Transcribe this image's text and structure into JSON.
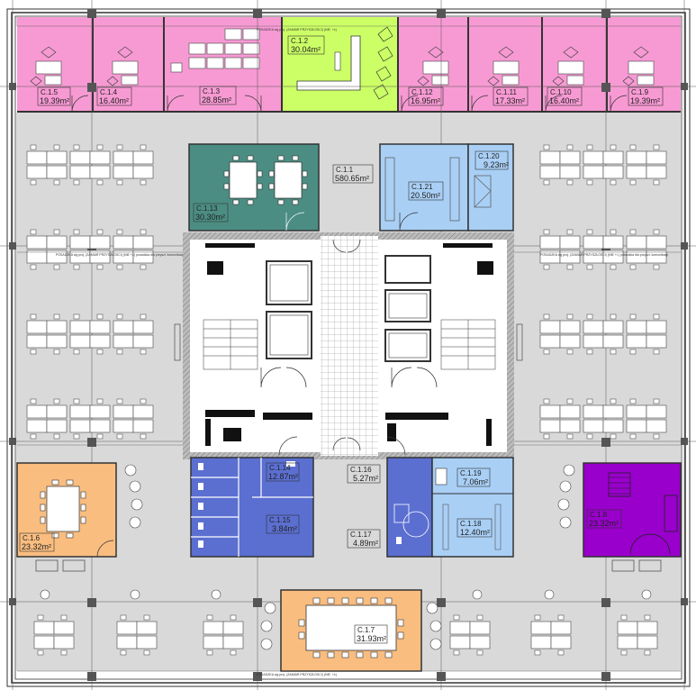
{
  "colors": {
    "office_pink": "#f79ad3",
    "reception_green": "#ccff66",
    "meeting_teal": "#4b8d83",
    "sanitary_blue": "#5b6fd1",
    "utility_lightblue": "#a9cff5",
    "conference_orange": "#f9bd80",
    "special_purple": "#9900cc",
    "corridor_grey": "#d9d9d9",
    "wall_dark": "#555555"
  },
  "rooms": [
    {
      "id": "C.1.5",
      "area": "19.39m²",
      "color": "office_pink"
    },
    {
      "id": "C.1.4",
      "area": "16.40m²",
      "color": "office_pink"
    },
    {
      "id": "C.1.3",
      "area": "28.85m²",
      "color": "office_pink"
    },
    {
      "id": "C.1.2",
      "area": "30.04m²",
      "color": "reception_green"
    },
    {
      "id": "C.1.12",
      "area": "16.95m²",
      "color": "office_pink"
    },
    {
      "id": "C.1.11",
      "area": "17.33m²",
      "color": "office_pink"
    },
    {
      "id": "C.1.10",
      "area": "16.40m²",
      "color": "office_pink"
    },
    {
      "id": "C.1.9",
      "area": "19.39m²",
      "color": "office_pink"
    },
    {
      "id": "C.1.1",
      "area": "580.65m²",
      "color": "corridor_grey"
    },
    {
      "id": "C.1.13",
      "area": "30.30m²",
      "color": "meeting_teal"
    },
    {
      "id": "C.1.21",
      "area": "20.50m²",
      "color": "utility_lightblue"
    },
    {
      "id": "C.1.20",
      "area": "9.23m²",
      "color": "utility_lightblue"
    },
    {
      "id": "C.1.14",
      "area": "12.87m²",
      "color": "sanitary_blue"
    },
    {
      "id": "C.1.15",
      "area": "3.84m²",
      "color": "sanitary_blue"
    },
    {
      "id": "C.1.16",
      "area": "5.27m²",
      "color": "corridor_grey"
    },
    {
      "id": "C.1.17",
      "area": "4.89m²",
      "color": "corridor_grey"
    },
    {
      "id": "C.1.19",
      "area": "7.06m²",
      "color": "utility_lightblue"
    },
    {
      "id": "C.1.18",
      "area": "12.40m²",
      "color": "utility_lightblue"
    },
    {
      "id": "C.1.8",
      "area": "23.32m²",
      "color": "special_purple"
    },
    {
      "id": "C.1.6",
      "area": "23.32m²",
      "color": "conference_orange"
    },
    {
      "id": "C.1.7",
      "area": "31.93m²",
      "color": "conference_orange"
    }
  ],
  "notes": {
    "top_band": "POSADZKA wg proj. (ZAMIAR PRZYSZŁOSCI) (NIE. +±)",
    "mid_band": "POSADZKA wg proj. (ZAMIAR PRZYSZŁOSCI) (NIE +/-) posadzka dla przyszl. komunikacji",
    "bottom_band": "POSADZKA wg proj. (ZAMIAR PRZYSZŁOSCI) (NIE. +±)"
  }
}
